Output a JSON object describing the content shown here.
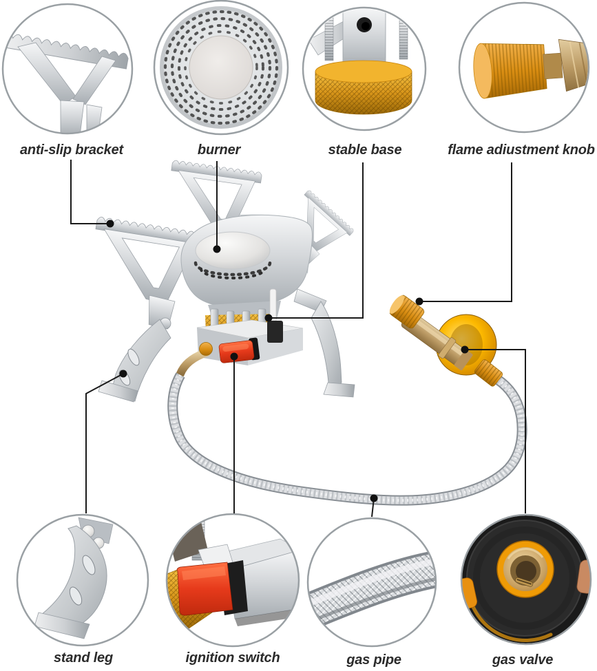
{
  "figure": {
    "type": "product-parts-diagram",
    "subject": "camping gas stove with braided hose and gas valve",
    "background": "#ffffff"
  },
  "callouts": {
    "top": [
      {
        "id": "anti-slip-bracket",
        "label": "anti-slip bracket"
      },
      {
        "id": "burner",
        "label": "burner"
      },
      {
        "id": "stable-base",
        "label": "stable base"
      },
      {
        "id": "flame-adjustment-knob",
        "label": "flame adiustment knob"
      }
    ],
    "bottom": [
      {
        "id": "stand-leg",
        "label": "stand leg"
      },
      {
        "id": "ignition-switch",
        "label": "ignition switch"
      },
      {
        "id": "gas-pipe",
        "label": "gas pipe"
      },
      {
        "id": "gas-valve",
        "label": "gas valve"
      }
    ]
  },
  "colors": {
    "label_text": "#2b2b2b",
    "leader_line": "#1a1a1a",
    "inset_ring": "#9aa0a4",
    "steel_silver": "#c9ccd0",
    "gold_accent": "#f0a500",
    "brass": "#b8905a",
    "ignition_red": "#e6391d",
    "valve_rubber_black": "#2b2b2b"
  }
}
